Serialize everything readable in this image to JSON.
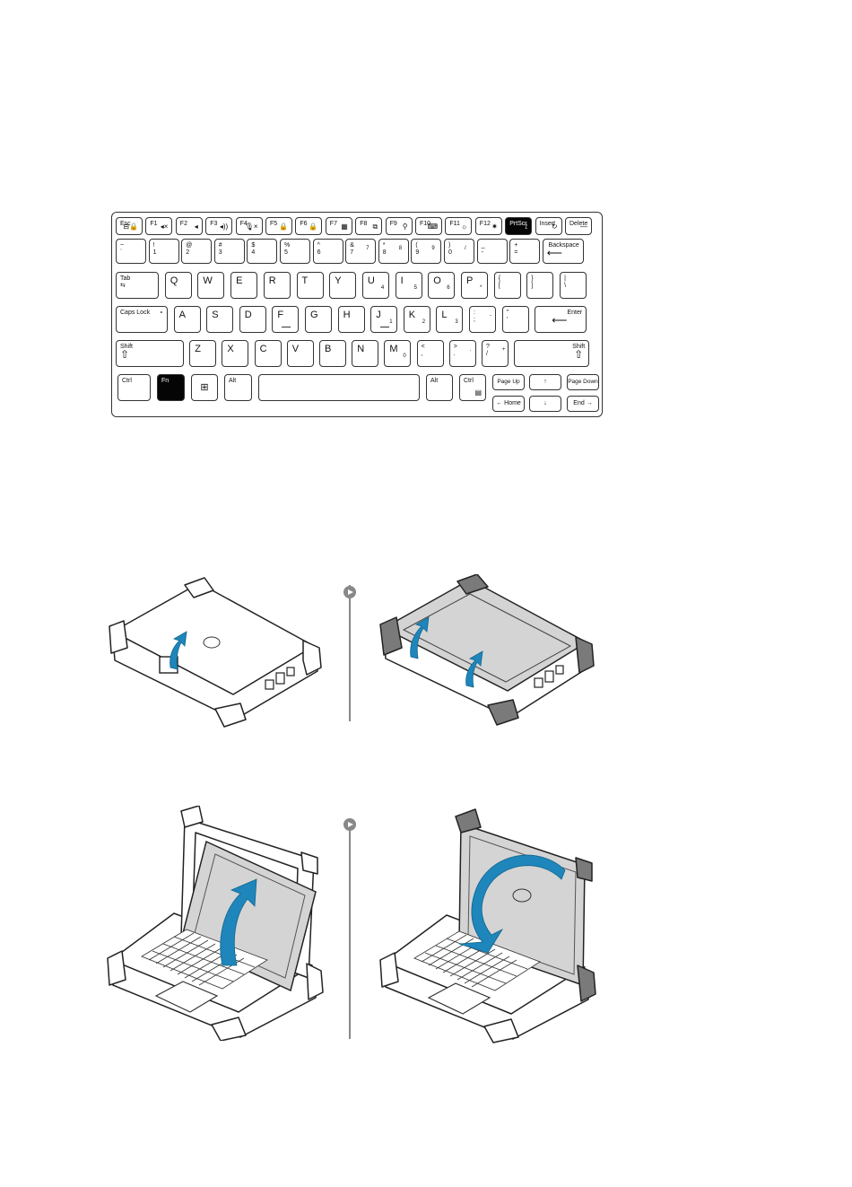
{
  "keyboard": {
    "row1": [
      {
        "t": "Esc",
        "g": "⊟🔒"
      },
      {
        "t": "F1",
        "g": "◂×"
      },
      {
        "t": "F2",
        "g": "◂"
      },
      {
        "t": "F3",
        "g": "◂))"
      },
      {
        "t": "F4",
        "g": "🎙×"
      },
      {
        "t": "F5",
        "g": "🔒"
      },
      {
        "t": "F6",
        "g": "🔒"
      },
      {
        "t": "F7",
        "g": "▦"
      },
      {
        "t": "F8",
        "g": "⧉"
      },
      {
        "t": "F9",
        "g": "⚲"
      },
      {
        "t": "F10",
        "g": "⌨"
      },
      {
        "t": "F11",
        "g": "☼"
      },
      {
        "t": "F12",
        "g": "✷"
      },
      {
        "t": "PrtScr",
        "g": "⟟"
      },
      {
        "t": "Insert",
        "g": "↻"
      },
      {
        "t": "Delete",
        "g": "—"
      }
    ],
    "row2": [
      {
        "u": "~",
        "l": "`"
      },
      {
        "u": "!",
        "l": "1"
      },
      {
        "u": "@",
        "l": "2"
      },
      {
        "u": "#",
        "l": "3"
      },
      {
        "u": "$",
        "l": "4"
      },
      {
        "u": "%",
        "l": "5"
      },
      {
        "u": "^",
        "l": "6"
      },
      {
        "u": "&",
        "l": "7",
        "s": "7"
      },
      {
        "u": "*",
        "l": "8",
        "s": "8"
      },
      {
        "u": "(",
        "l": "9",
        "s": "9"
      },
      {
        "u": ")",
        "l": "0",
        "s": "/"
      },
      {
        "u": "_",
        "l": "-"
      },
      {
        "u": "+",
        "l": "="
      },
      {
        "u": "Backspace",
        "l": "⟵"
      }
    ],
    "row3": [
      {
        "u": "Tab",
        "l": "⇆"
      },
      {
        "u": "Q"
      },
      {
        "u": "W"
      },
      {
        "u": "E"
      },
      {
        "u": "R"
      },
      {
        "u": "T"
      },
      {
        "u": "Y"
      },
      {
        "u": "U",
        "s": "4"
      },
      {
        "u": "I",
        "s": "5"
      },
      {
        "u": "O",
        "s": "6"
      },
      {
        "u": "P",
        "s": "*"
      },
      {
        "u": "{",
        "l": "["
      },
      {
        "u": "}",
        "l": "]"
      },
      {
        "u": "|",
        "l": "\\"
      }
    ],
    "row4": [
      {
        "u": "Caps Lock",
        "s": "∘"
      },
      {
        "u": "A"
      },
      {
        "u": "S"
      },
      {
        "u": "D"
      },
      {
        "u": "F"
      },
      {
        "u": "G"
      },
      {
        "u": "H"
      },
      {
        "u": "J",
        "s": "1"
      },
      {
        "u": "K",
        "s": "2"
      },
      {
        "u": "L",
        "s": "3"
      },
      {
        "u": ":",
        "l": ";",
        "s": "-"
      },
      {
        "u": "\"",
        "l": "'"
      },
      {
        "u": "Enter",
        "l": "⟵"
      }
    ],
    "row5": [
      {
        "u": "Shift",
        "l": "⇧"
      },
      {
        "u": "Z"
      },
      {
        "u": "X"
      },
      {
        "u": "C"
      },
      {
        "u": "V"
      },
      {
        "u": "B"
      },
      {
        "u": "N"
      },
      {
        "u": "M",
        "s": "0"
      },
      {
        "u": "<",
        "l": ","
      },
      {
        "u": ">",
        "l": ".",
        "s": "."
      },
      {
        "u": "?",
        "l": "/",
        "s": "+"
      },
      {
        "u": "Shift",
        "l": "⇧"
      }
    ],
    "row6": {
      "ctrl_left": "Ctrl",
      "fn": "Fn",
      "win": "⊞",
      "alt_left": "Alt",
      "space": "",
      "alt_right": "Alt",
      "ctrl_right": "Ctrl",
      "menu": "▤",
      "page_up": "Page Up",
      "up": "↑",
      "page_down": "Page Down",
      "home": "← Home",
      "down": "↓",
      "end": "End →"
    }
  },
  "colors": {
    "arrow": "#1e86bb",
    "arrow_dark": "#11658f",
    "panel_fill": "#d4d4d4",
    "bumper": "#7a7a7a",
    "outline": "#222222",
    "divider": "#888888"
  }
}
